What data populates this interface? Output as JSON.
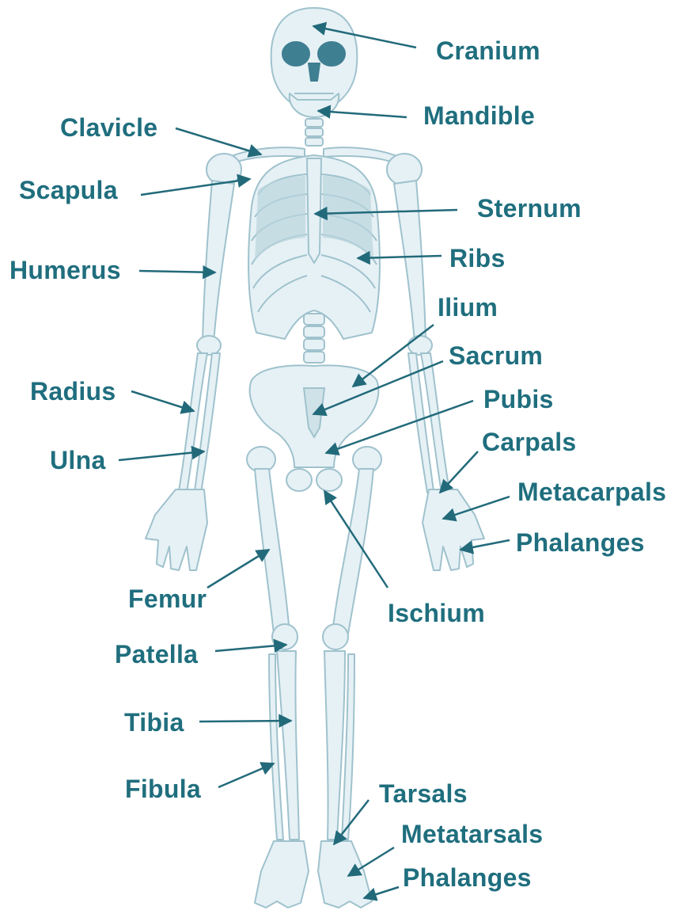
{
  "colors": {
    "label": "#1f6e7e",
    "arrow": "#226a7a",
    "bone_fill": "#e6f1f5",
    "bone_stroke": "#9fc2cd",
    "shade": "#b9d4dd",
    "dark": "#4f8a9b"
  },
  "labels": {
    "cranium": "Cranium",
    "mandible": "Mandible",
    "clavicle": "Clavicle",
    "scapula": "Scapula",
    "sternum": "Sternum",
    "humerus": "Humerus",
    "ribs": "Ribs",
    "ilium": "Ilium",
    "sacrum": "Sacrum",
    "radius": "Radius",
    "pubis": "Pubis",
    "carpals": "Carpals",
    "ulna": "Ulna",
    "metacarpals": "Metacarpals",
    "phalanges_hand": "Phalanges",
    "femur": "Femur",
    "ischium": "Ischium",
    "patella": "Patella",
    "tibia": "Tibia",
    "fibula": "Fibula",
    "tarsals": "Tarsals",
    "metatarsals": "Metatarsals",
    "phalanges_foot": "Phalanges"
  }
}
